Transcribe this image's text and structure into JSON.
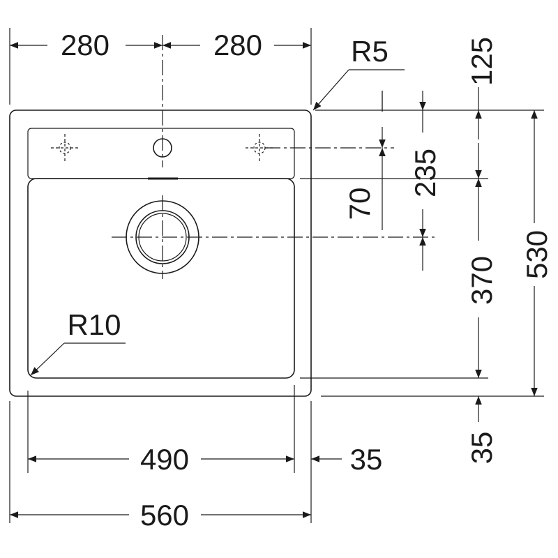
{
  "diagram": {
    "dimensions": {
      "top_left_width": "280",
      "top_right_width": "280",
      "corner_radius_outer": "R5",
      "corner_radius_bowl": "R10",
      "bowl_width": "490",
      "rim_right": "35",
      "total_width": "560",
      "top_to_tap": "125",
      "tap_to_drain": "235",
      "tap_row_to_drain": "70",
      "bowl_depth": "370",
      "total_depth": "530",
      "rim_bottom": "35"
    },
    "colors": {
      "ink": "#1a1a1a",
      "background": "#ffffff"
    }
  }
}
